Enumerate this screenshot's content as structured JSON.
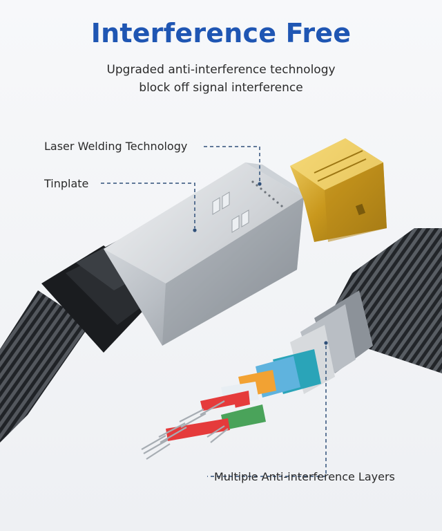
{
  "heading": {
    "title": "Interference Free",
    "subtitle_line1": "Upgraded anti-interference technology",
    "subtitle_line2": "block off signal interference"
  },
  "callouts": {
    "laser_welding": "Laser Welding Technology",
    "tinplate": "Tinplate",
    "layers": "Multiple Anti-interference Layers"
  },
  "colors": {
    "title_blue": "#1f56b3",
    "leader_line": "#2f4f78",
    "gold_plug": "#d6a72a"
  }
}
